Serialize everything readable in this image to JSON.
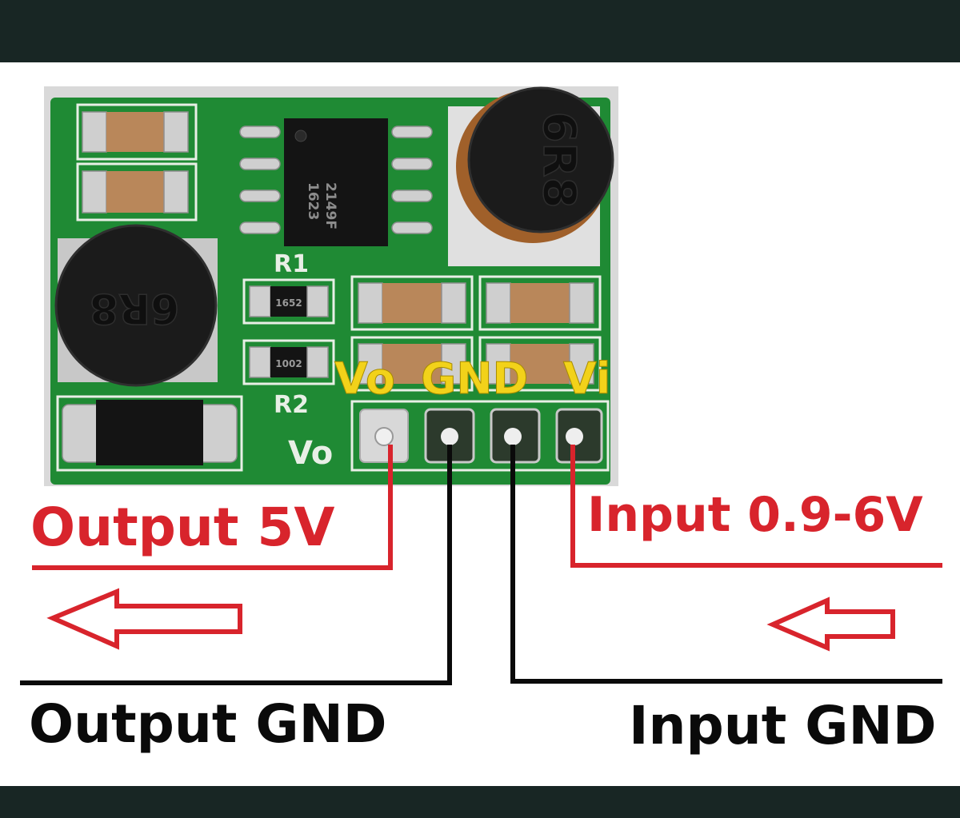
{
  "colors": {
    "frame_bar": "#182624",
    "pcb_green": "#1f8a34",
    "silk_white": "#e8efe6",
    "wire_red": "#d8242c",
    "wire_black": "#0a0a0a",
    "pin_label_yellow": "#f2d21a",
    "cap_tan": "#b9875a",
    "inductor_black": "#1b1b1b"
  },
  "board": {
    "silkscreen": {
      "r1": "R1",
      "r2": "R2",
      "vo": "Vo"
    },
    "chip_marking": [
      "2149F",
      "1623"
    ],
    "inductor_left_marking": "6R8",
    "inductor_right_marking": "6R8",
    "resistor_r1_marking": "1652",
    "resistor_r2_marking": "1002"
  },
  "pin_labels": {
    "vo": "Vo",
    "gnd": "GND",
    "vi": "Vi"
  },
  "annotations": {
    "output_voltage": "Output 5V",
    "input_voltage": "Input 0.9-6V",
    "output_gnd": "Output GND",
    "input_gnd": "Input GND"
  },
  "icons": [
    "arrow-left-icon",
    "arrow-left-icon"
  ]
}
